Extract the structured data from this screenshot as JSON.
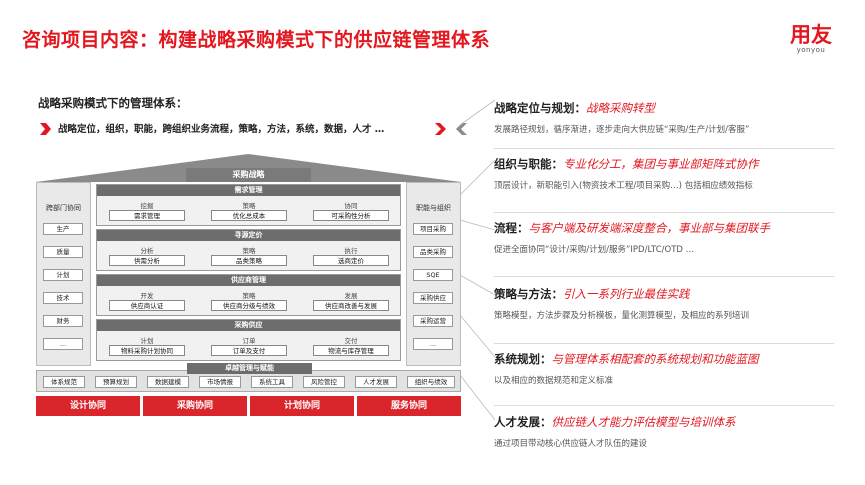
{
  "title": "咨询项目内容：构建战略采购模式下的供应链管理体系",
  "logo": {
    "brand": "用友",
    "sub": "yonyou"
  },
  "left": {
    "subtitle": "战略采购模式下的管理体系：",
    "keywords": "战略定位，组织，职能，跨组织业务流程，策略，方法，系统，数据，人才 …"
  },
  "diagram": {
    "roof": "采购战略",
    "left_pillar": {
      "title": "跨部门协同",
      "items": [
        "生产",
        "质量",
        "计划",
        "技术",
        "财务",
        "…"
      ]
    },
    "right_pillar": {
      "title": "职能与组织",
      "items": [
        "项目采购",
        "品类采购",
        "SQE",
        "采购供应",
        "采购运营",
        "…"
      ]
    },
    "layers": [
      {
        "title": "需求管理",
        "cells": [
          {
            "k": "挖掘",
            "v": "需求管理"
          },
          {
            "k": "策略",
            "v": "优化总成本"
          },
          {
            "k": "协同",
            "v": "可采购性分析"
          }
        ]
      },
      {
        "title": "寻源定价",
        "cells": [
          {
            "k": "分析",
            "v": "供需分析"
          },
          {
            "k": "策略",
            "v": "品类策略"
          },
          {
            "k": "执行",
            "v": "选商定价"
          }
        ]
      },
      {
        "title": "供应商管理",
        "cells": [
          {
            "k": "开发",
            "v": "供应商认证"
          },
          {
            "k": "策略",
            "v": "供应商分级与绩效"
          },
          {
            "k": "发展",
            "v": "供应商改善与发展"
          }
        ]
      },
      {
        "title": "采购供应",
        "cells": [
          {
            "k": "计划",
            "v": "物料采购计划协同"
          },
          {
            "k": "订单",
            "v": "订单及支付"
          },
          {
            "k": "交付",
            "v": "物流与库存管理"
          }
        ]
      }
    ],
    "base": {
      "title": "卓越管理与赋能",
      "items": [
        "体系规范",
        "预算规划",
        "数据建模",
        "市场情报",
        "系统工具",
        "风险管控",
        "人才发展",
        "组织与绩效"
      ]
    },
    "collab": [
      "设计协同",
      "采购协同",
      "计划协同",
      "服务协同"
    ]
  },
  "right": [
    {
      "key": "战略定位与规划：",
      "value": "战略采购转型",
      "desc": "发展路径规划，循序渐进，逐步走向大供应链“采购/生产/计划/客服”"
    },
    {
      "key": "组织与职能：",
      "value": "专业化分工，集团与事业部矩阵式协作",
      "desc": "顶层设计，新职能引入(物资技术工程/项目采购…) 包括相应绩效指标"
    },
    {
      "key": "流程：",
      "value": "与客户端及研发端深度整合，事业部与集团联手",
      "desc": "促进全面协同“设计/采购/计划/服务”IPD/LTC/OTD …"
    },
    {
      "key": "策略与方法：",
      "value": "引入一系列行业最佳实践",
      "desc": "策略模型，方法步骤及分析模板，量化测算模型，及相应的系列培训"
    },
    {
      "key": "系统规划：",
      "value": "与管理体系相配套的系统规划和功能蓝图",
      "desc": "以及相应的数据规范和定义标准"
    },
    {
      "key": "人才发展：",
      "value": "供应链人才能力评估模型与培训体系",
      "desc": "通过项目带动核心供应链人才队伍的建设"
    }
  ],
  "colors": {
    "accent": "#e3171f",
    "band": "#d9252b",
    "bar": "#6d6d6d"
  }
}
